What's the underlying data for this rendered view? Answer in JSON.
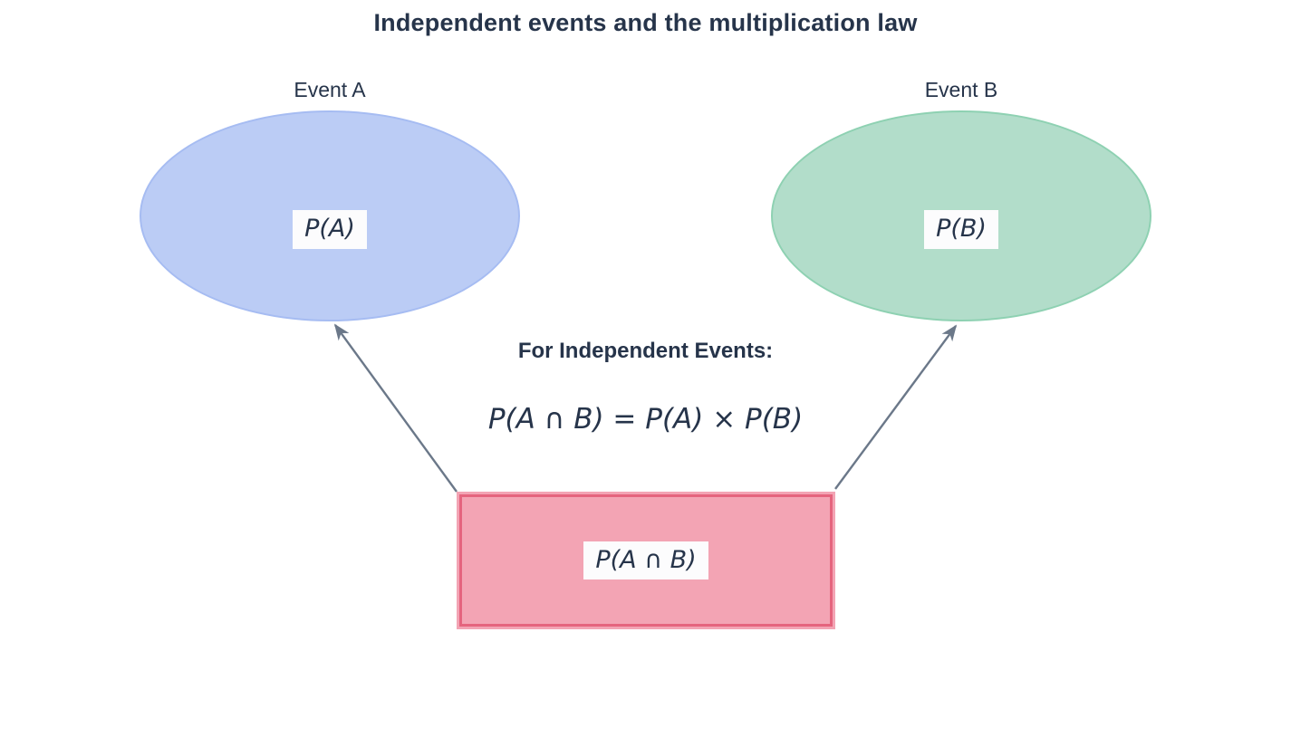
{
  "title": "Independent events and the multiplication law",
  "event_a": {
    "label": "Event A",
    "value_label": "P(A)"
  },
  "event_b": {
    "label": "Event B",
    "value_label": "P(B)"
  },
  "intersection": {
    "value_label": "P(A ∩ B)"
  },
  "formula": {
    "heading": "For Independent Events:",
    "expression": "P(A ∩ B) = P(A) × P(B)"
  },
  "colors": {
    "text": "#26344a",
    "arrow": "#6b7889",
    "event_a_fill": "#bbccf5",
    "event_a_border": "#a6bcf2",
    "event_b_fill": "#b2ddca",
    "event_b_border": "#8ed1b2",
    "intersection_fill": "#f3a4b4",
    "intersection_border": "#e5647e",
    "label_bg": "#fcfcfd"
  }
}
